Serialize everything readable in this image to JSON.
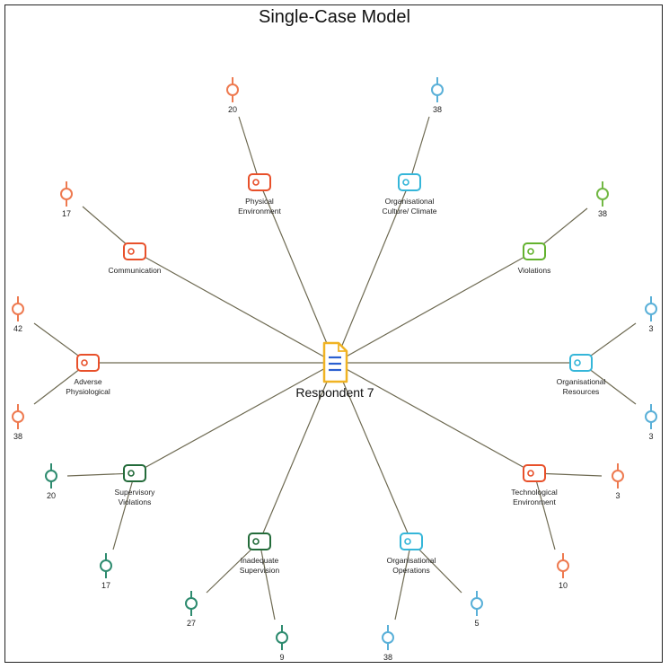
{
  "title": "Single-Case Model",
  "colors": {
    "orange": "#ee7a50",
    "red": "#e8502a",
    "blue": "#5ab0d8",
    "cyan": "#35b6d9",
    "green": "#72b844",
    "lime": "#63b22e",
    "teal": "#2e8b6f",
    "darkgreen": "#236b3a",
    "edge": "#6e6a52",
    "doc": "#f0b323",
    "docLines": "#2a5fd0"
  },
  "center": {
    "label": "Respondent 7",
    "icon": "document-icon"
  },
  "codes": [
    {
      "id": "physical-environment",
      "lines": [
        "Physical",
        "Environment"
      ],
      "color": "red"
    },
    {
      "id": "organisational-culture",
      "lines": [
        "Organisational",
        "Culture/ Climate"
      ],
      "color": "cyan"
    },
    {
      "id": "communication",
      "lines": [
        "Communication"
      ],
      "color": "red"
    },
    {
      "id": "violations",
      "lines": [
        "Violations"
      ],
      "color": "lime"
    },
    {
      "id": "adverse-physiological",
      "lines": [
        "Adverse",
        "Physiological"
      ],
      "color": "red"
    },
    {
      "id": "organisational-resources",
      "lines": [
        "Organisational",
        "Resources"
      ],
      "color": "cyan"
    },
    {
      "id": "supervisory-violations",
      "lines": [
        "Supervisory",
        "Violations"
      ],
      "color": "darkgreen"
    },
    {
      "id": "technological-environment",
      "lines": [
        "Technological",
        "Environment"
      ],
      "color": "red"
    },
    {
      "id": "inadequate-supervision",
      "lines": [
        "Inadequate",
        "Supervision"
      ],
      "color": "darkgreen"
    },
    {
      "id": "organisational-operations",
      "lines": [
        "Organisational",
        "Operations"
      ],
      "color": "cyan"
    }
  ],
  "leaves": [
    {
      "parent": "physical-environment",
      "label": "20",
      "color": "orange"
    },
    {
      "parent": "organisational-culture",
      "label": "38",
      "color": "blue"
    },
    {
      "parent": "communication",
      "label": "17",
      "color": "orange"
    },
    {
      "parent": "violations",
      "label": "38",
      "color": "green"
    },
    {
      "parent": "adverse-physiological",
      "label": "42",
      "color": "orange"
    },
    {
      "parent": "adverse-physiological",
      "label": "38",
      "color": "orange"
    },
    {
      "parent": "organisational-resources",
      "label": "3",
      "color": "blue"
    },
    {
      "parent": "organisational-resources",
      "label": "3",
      "color": "blue"
    },
    {
      "parent": "supervisory-violations",
      "label": "20",
      "color": "teal"
    },
    {
      "parent": "supervisory-violations",
      "label": "17",
      "color": "teal"
    },
    {
      "parent": "technological-environment",
      "label": "3",
      "color": "orange"
    },
    {
      "parent": "technological-environment",
      "label": "10",
      "color": "orange"
    },
    {
      "parent": "inadequate-supervision",
      "label": "27",
      "color": "teal"
    },
    {
      "parent": "inadequate-supervision",
      "label": "9",
      "color": "teal"
    },
    {
      "parent": "organisational-operations",
      "label": "5",
      "color": "blue"
    },
    {
      "parent": "organisational-operations",
      "label": "38",
      "color": "blue"
    }
  ]
}
